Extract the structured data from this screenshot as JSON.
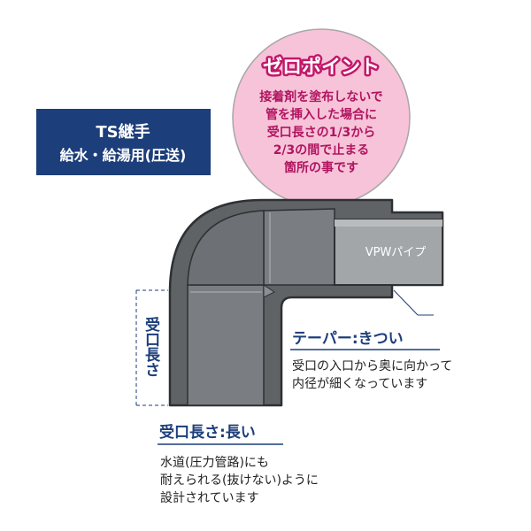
{
  "badge": {
    "line1": "TS継手",
    "line2": "給水・給湯用(圧送)"
  },
  "bubble": {
    "title": "ゼロポイント",
    "lines": [
      "接着剤を塗布しないで",
      "管を挿入した場合に",
      "受口長さの1/3から",
      "2/3の間で止まる",
      "箇所の事です"
    ]
  },
  "pipe_label": "VPWパイプ",
  "socket_length_label": "受口長さ",
  "taper": {
    "heading": "テーパー:きつい",
    "lines": [
      "受口の入口から奥に向かって",
      "内径が細くなっています"
    ]
  },
  "length": {
    "heading": "受口長さ:長い",
    "lines": [
      "水道(圧力管路)にも",
      "耐えられる(抜けない)ように",
      "設計されています"
    ]
  },
  "colors": {
    "navy": "#1c3e7a",
    "bubble_pink": "#f7c3d9",
    "bubble_text": "#b0155f",
    "gray_dark": "#606366",
    "gray_mid": "#7a7d81",
    "gray_light": "#8b8e92",
    "pipe_gray": "#a3a6a9"
  }
}
